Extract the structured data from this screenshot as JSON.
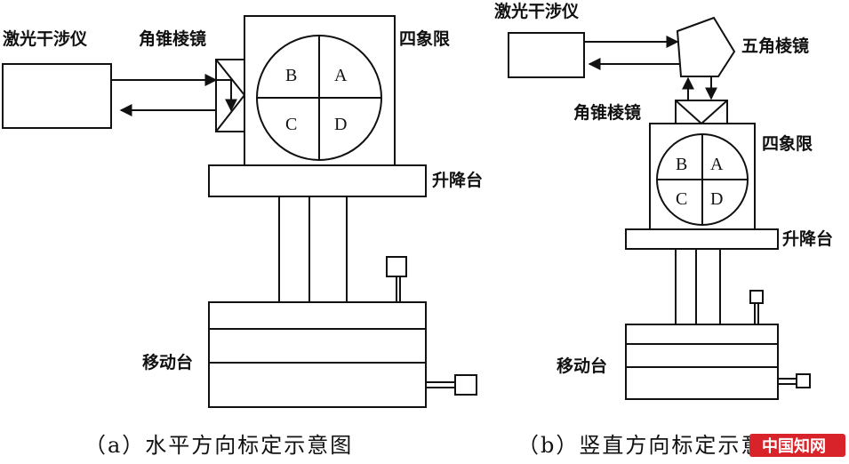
{
  "left": {
    "laser": "激光干涉仪",
    "corner_prism": "角锥棱镜",
    "quadrant": "四象限",
    "lift": "升降台",
    "stage": "移动台",
    "quadrants": {
      "a": "A",
      "b": "B",
      "c": "C",
      "d": "D"
    },
    "caption": "（a）水平方向标定示意图"
  },
  "right": {
    "laser": "激光干涉仪",
    "penta_prism": "五角棱镜",
    "corner_prism": "角锥棱镜",
    "quadrant": "四象限",
    "lift": "升降台",
    "stage": "移动台",
    "quadrants": {
      "a": "A",
      "b": "B",
      "c": "C",
      "d": "D"
    },
    "caption": "（b）竖直方向标定示意图"
  },
  "watermark": "中国知网"
}
